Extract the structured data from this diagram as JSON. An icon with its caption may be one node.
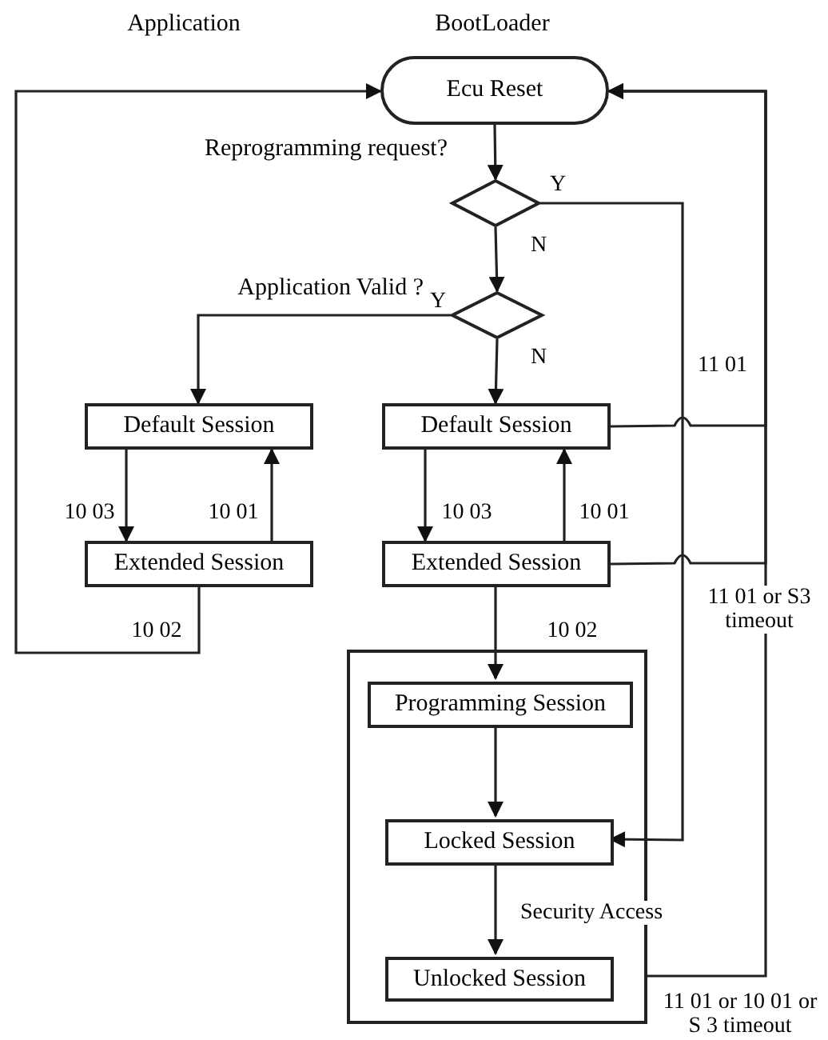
{
  "diagram": {
    "nodes": [
      {
        "text": [
          "Ecu Reset"
        ]
      },
      {
        "text": [],
        "shape": "diamond",
        "beside": [
          "Reprogramming request?"
        ]
      },
      {
        "text": [],
        "shape": "diamond",
        "beside": [
          "Application Valid ?"
        ]
      },
      {
        "text": [
          "Default Session"
        ]
      },
      {
        "text": [
          "Extended Session"
        ]
      },
      {
        "text": [
          "Default Session"
        ]
      },
      {
        "text": [
          "Extended Session"
        ]
      },
      {
        "text": [],
        "shape": "box"
      },
      {
        "text": [
          "Programming Session"
        ],
        "in": 7
      },
      {
        "text": [
          "Locked Session"
        ],
        "in": 7
      },
      {
        "text": [
          "Unlocked Session"
        ],
        "in": 7
      }
    ],
    "edges": [
      {
        "from": 0,
        "to": 1,
        "arrow": "to"
      },
      {
        "from": 1,
        "to": 9,
        "arrow": "to",
        "label": "Y"
      },
      {
        "from": 1,
        "to": 2,
        "arrow": "to",
        "label": "N"
      },
      {
        "from": 2,
        "to": 3,
        "arrow": "to",
        "label": "Y"
      },
      {
        "from": 2,
        "to": 5,
        "arrow": "to",
        "label": "N"
      },
      {
        "from": 3,
        "to": 4,
        "arrow": "to",
        "label": "10 03"
      },
      {
        "from": 4,
        "to": 3,
        "arrow": "to",
        "label": "10 01"
      },
      {
        "from": 4,
        "to": 0,
        "arrow": "to",
        "label": "10 02"
      },
      {
        "from": 5,
        "to": 6,
        "arrow": "to",
        "label": "10 03"
      },
      {
        "from": 6,
        "to": 5,
        "arrow": "to",
        "label": "10 01"
      },
      {
        "from": 6,
        "to": 8,
        "arrow": "to",
        "label": "10 02"
      },
      {
        "from": 8,
        "to": 9,
        "arrow": "to"
      },
      {
        "from": 9,
        "to": 10,
        "arrow": "to",
        "label": "Security Access"
      },
      {
        "from": 5,
        "to": 0,
        "arrow": "to",
        "label": "11 01"
      },
      {
        "from": 6,
        "to": 0,
        "arrow": "to",
        "label": "11 01 or S3 timeout"
      },
      {
        "from": 7,
        "to": 0,
        "arrow": "to",
        "label": "11 01 or 10 01 or S 3 timeout"
      }
    ],
    "labels": [
      "Application",
      "BootLoader"
    ]
  }
}
